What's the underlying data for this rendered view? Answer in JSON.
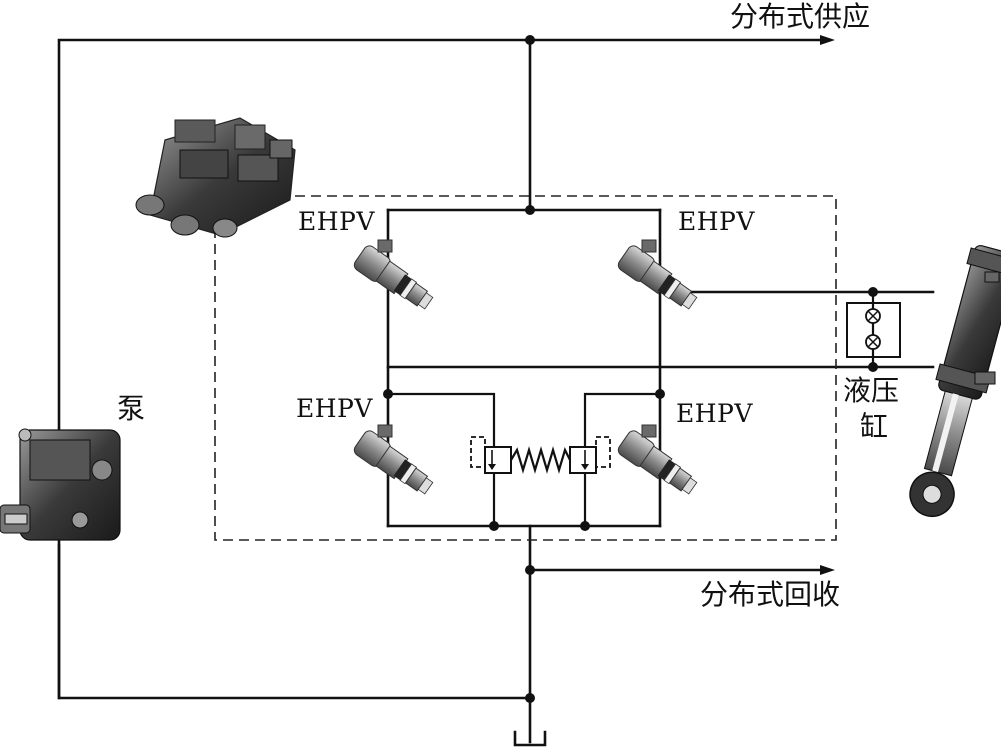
{
  "labels": {
    "supply": "分布式供应",
    "return": "分布式回收",
    "pump": "泵",
    "cylinder_line1": "液压",
    "cylinder_line2": "缸",
    "ehpv_top_left": "EHPV",
    "ehpv_top_right": "EHPV",
    "ehpv_bottom_left": "EHPV",
    "ehpv_bottom_right": "EHPV"
  },
  "colors": {
    "line": "#111111",
    "valve_body": "#8a8a8a",
    "component_dark": "#3a3a3a"
  }
}
